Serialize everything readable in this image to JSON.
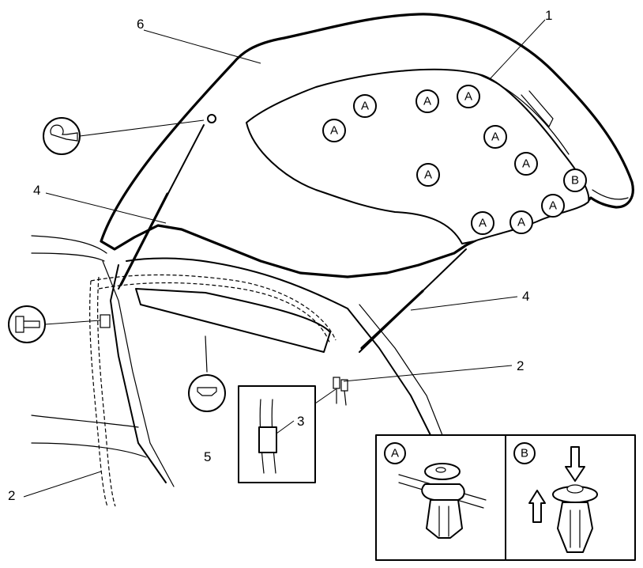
{
  "callouts": {
    "c1": "1",
    "c2a": "2",
    "c2b": "2",
    "c3": "3",
    "c4a": "4",
    "c4b": "4",
    "c5": "5",
    "c6": "6"
  },
  "fastener_markers": [
    {
      "label": "A"
    },
    {
      "label": "A"
    },
    {
      "label": "A"
    },
    {
      "label": "A"
    },
    {
      "label": "A"
    },
    {
      "label": "A"
    },
    {
      "label": "A"
    },
    {
      "label": "A"
    },
    {
      "label": "B"
    },
    {
      "label": "A"
    },
    {
      "label": "A"
    },
    {
      "label": "A"
    }
  ],
  "detail_panels": {
    "a_label": "A",
    "b_label": "B"
  }
}
